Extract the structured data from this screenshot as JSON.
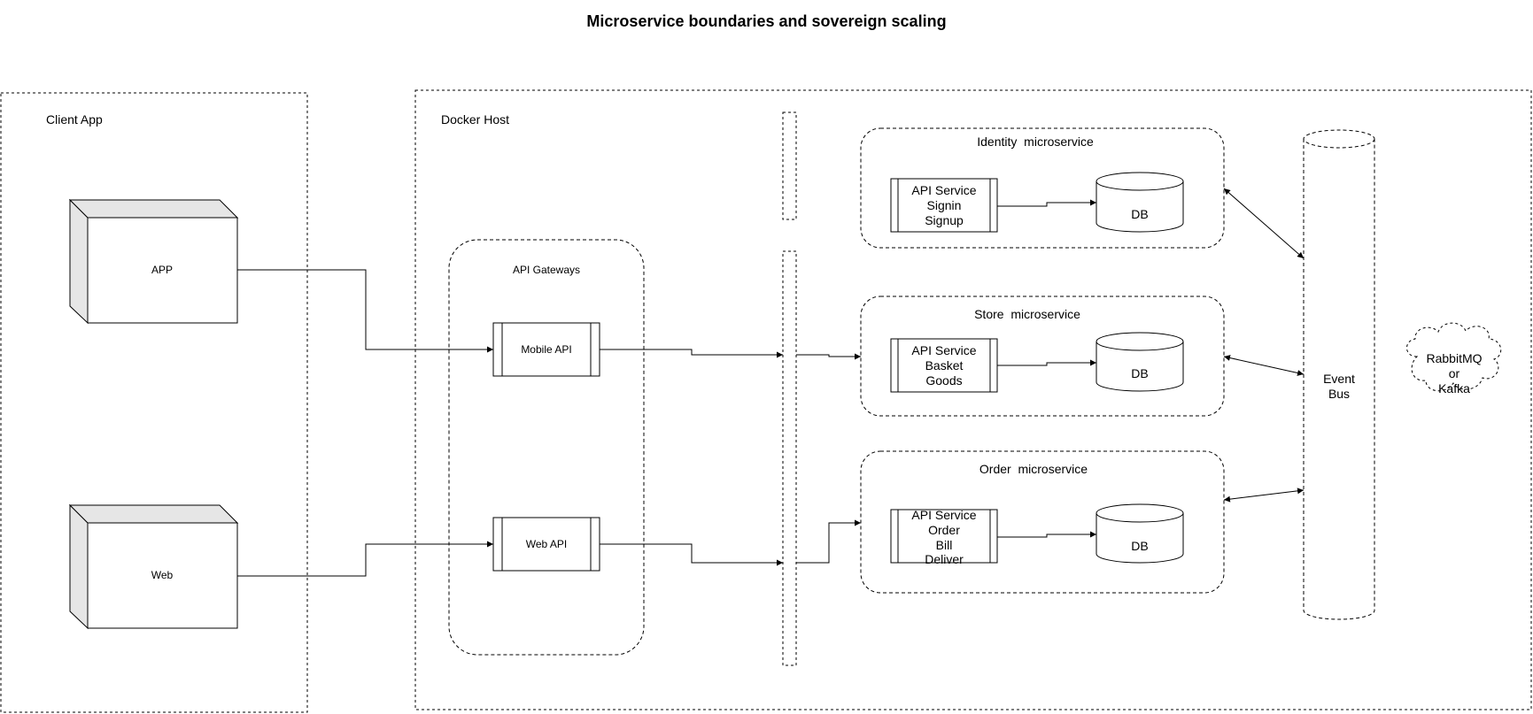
{
  "title": "Microservice boundaries and sovereign scaling",
  "zones": {
    "client_app": "Client App",
    "docker_host": "Docker Host",
    "api_gateways": "API Gateways"
  },
  "clients": {
    "app": "APP",
    "web": "Web"
  },
  "gateways": {
    "mobile": "Mobile API",
    "web": "Web API"
  },
  "microservices": [
    {
      "name": "Identity  microservice",
      "service_lines": [
        "API Service",
        "Signin",
        "Signup"
      ],
      "db": "DB"
    },
    {
      "name": "Store  microservice",
      "service_lines": [
        "API Service",
        "Basket",
        "Goods"
      ],
      "db": "DB"
    },
    {
      "name": "Order  microservice",
      "service_lines": [
        "API Service",
        "Order",
        "Bill",
        "Deliver"
      ],
      "db": "DB"
    }
  ],
  "event_bus": [
    "Event",
    "Bus"
  ],
  "broker": [
    "RabbitMQ",
    "or",
    "Kafka"
  ]
}
